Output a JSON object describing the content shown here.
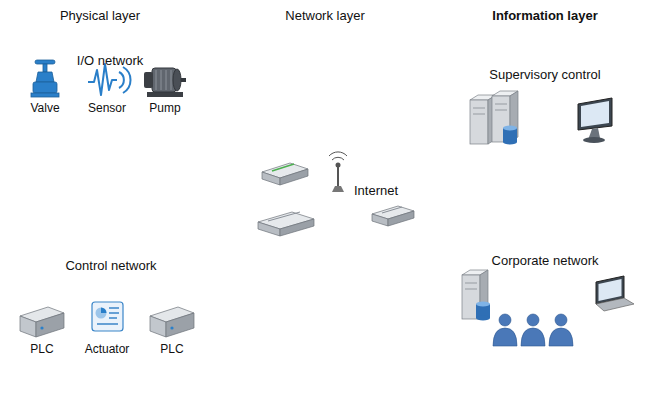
{
  "diagram": {
    "nodes": [
      {
        "text": [
          "I/O network"
        ]
      },
      {
        "text": [
          "Supervisory control"
        ]
      },
      {
        "text": [
          "Internet"
        ]
      },
      {
        "text": [
          "Control network"
        ]
      },
      {
        "text": [
          "Corporate network"
        ]
      }
    ],
    "edges": [
      {
        "from": 0,
        "to": 2,
        "arrow": "none"
      },
      {
        "from": 1,
        "to": 2,
        "arrow": "none"
      },
      {
        "from": 3,
        "to": 2,
        "arrow": "none"
      },
      {
        "from": 4,
        "to": 2,
        "arrow": "none"
      }
    ],
    "labels": [
      "Physical layer",
      "Network layer",
      "Information layer",
      "Valve",
      "Sensor",
      "Pump",
      "PLC",
      "Actuator",
      "PLC"
    ]
  }
}
